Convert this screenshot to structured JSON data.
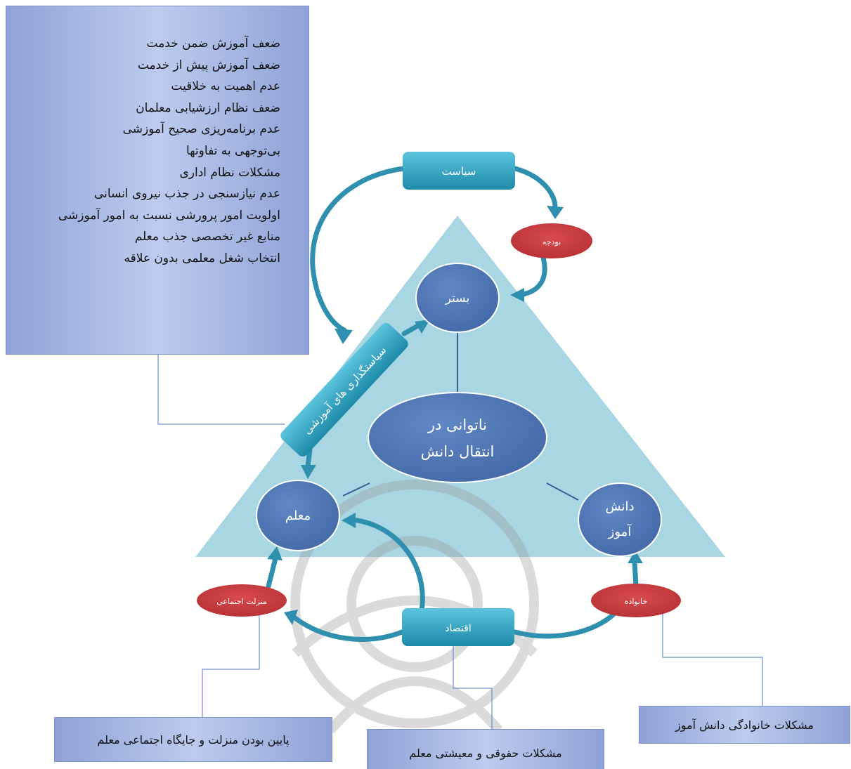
{
  "issues": {
    "lines": [
      "ضعف آموزش ضمن خدمت",
      "ضعف آموزش پیش از خدمت",
      "عدم اهمیت به خلاقیت",
      "ضعف نظام ارزشیابی معلمان",
      "عدم برنامه‌ریزی صحیح آموزشی",
      "بی‌توجهی به تفاوتها",
      "مشکلات نظام اداری",
      "عدم نیازسنجی در جذب نیروی انسانی",
      "اولویت امور پرورشی نسبت به امور آموزشی",
      "منابع غیر تخصصی جذب معلم",
      "انتخاب شغل معلمی بدون علاقه"
    ]
  },
  "nodes": {
    "politics": "سیاست",
    "budget": "بودجه",
    "context": "بستر",
    "center_line1": "ناتوانی در",
    "center_line2": "انتقال دانش",
    "teacher": "معلم",
    "student_line1": "دانش",
    "student_line2": "آموز",
    "policy": "سیاستگذاری های آموزشی",
    "social_status": "منزلت اجتماعی",
    "family": "خانواده",
    "economy": "اقتصاد"
  },
  "callouts": {
    "family_problems": "مشکلات خانوادگی دانش آموز",
    "salary_problems": "مشکلات حقوقی و معیشتی معلم",
    "low_status": "پایین بودن منزلت و جایگاه اجتماعی معلم"
  },
  "colors": {
    "triangle": "#a8d6e2",
    "circle": "#4f78b5",
    "red_ellipse": "#c9383d",
    "teal_box": "#32a6c4",
    "connector_line": "#3d5c94",
    "callout_line": "#6f8ed0"
  }
}
